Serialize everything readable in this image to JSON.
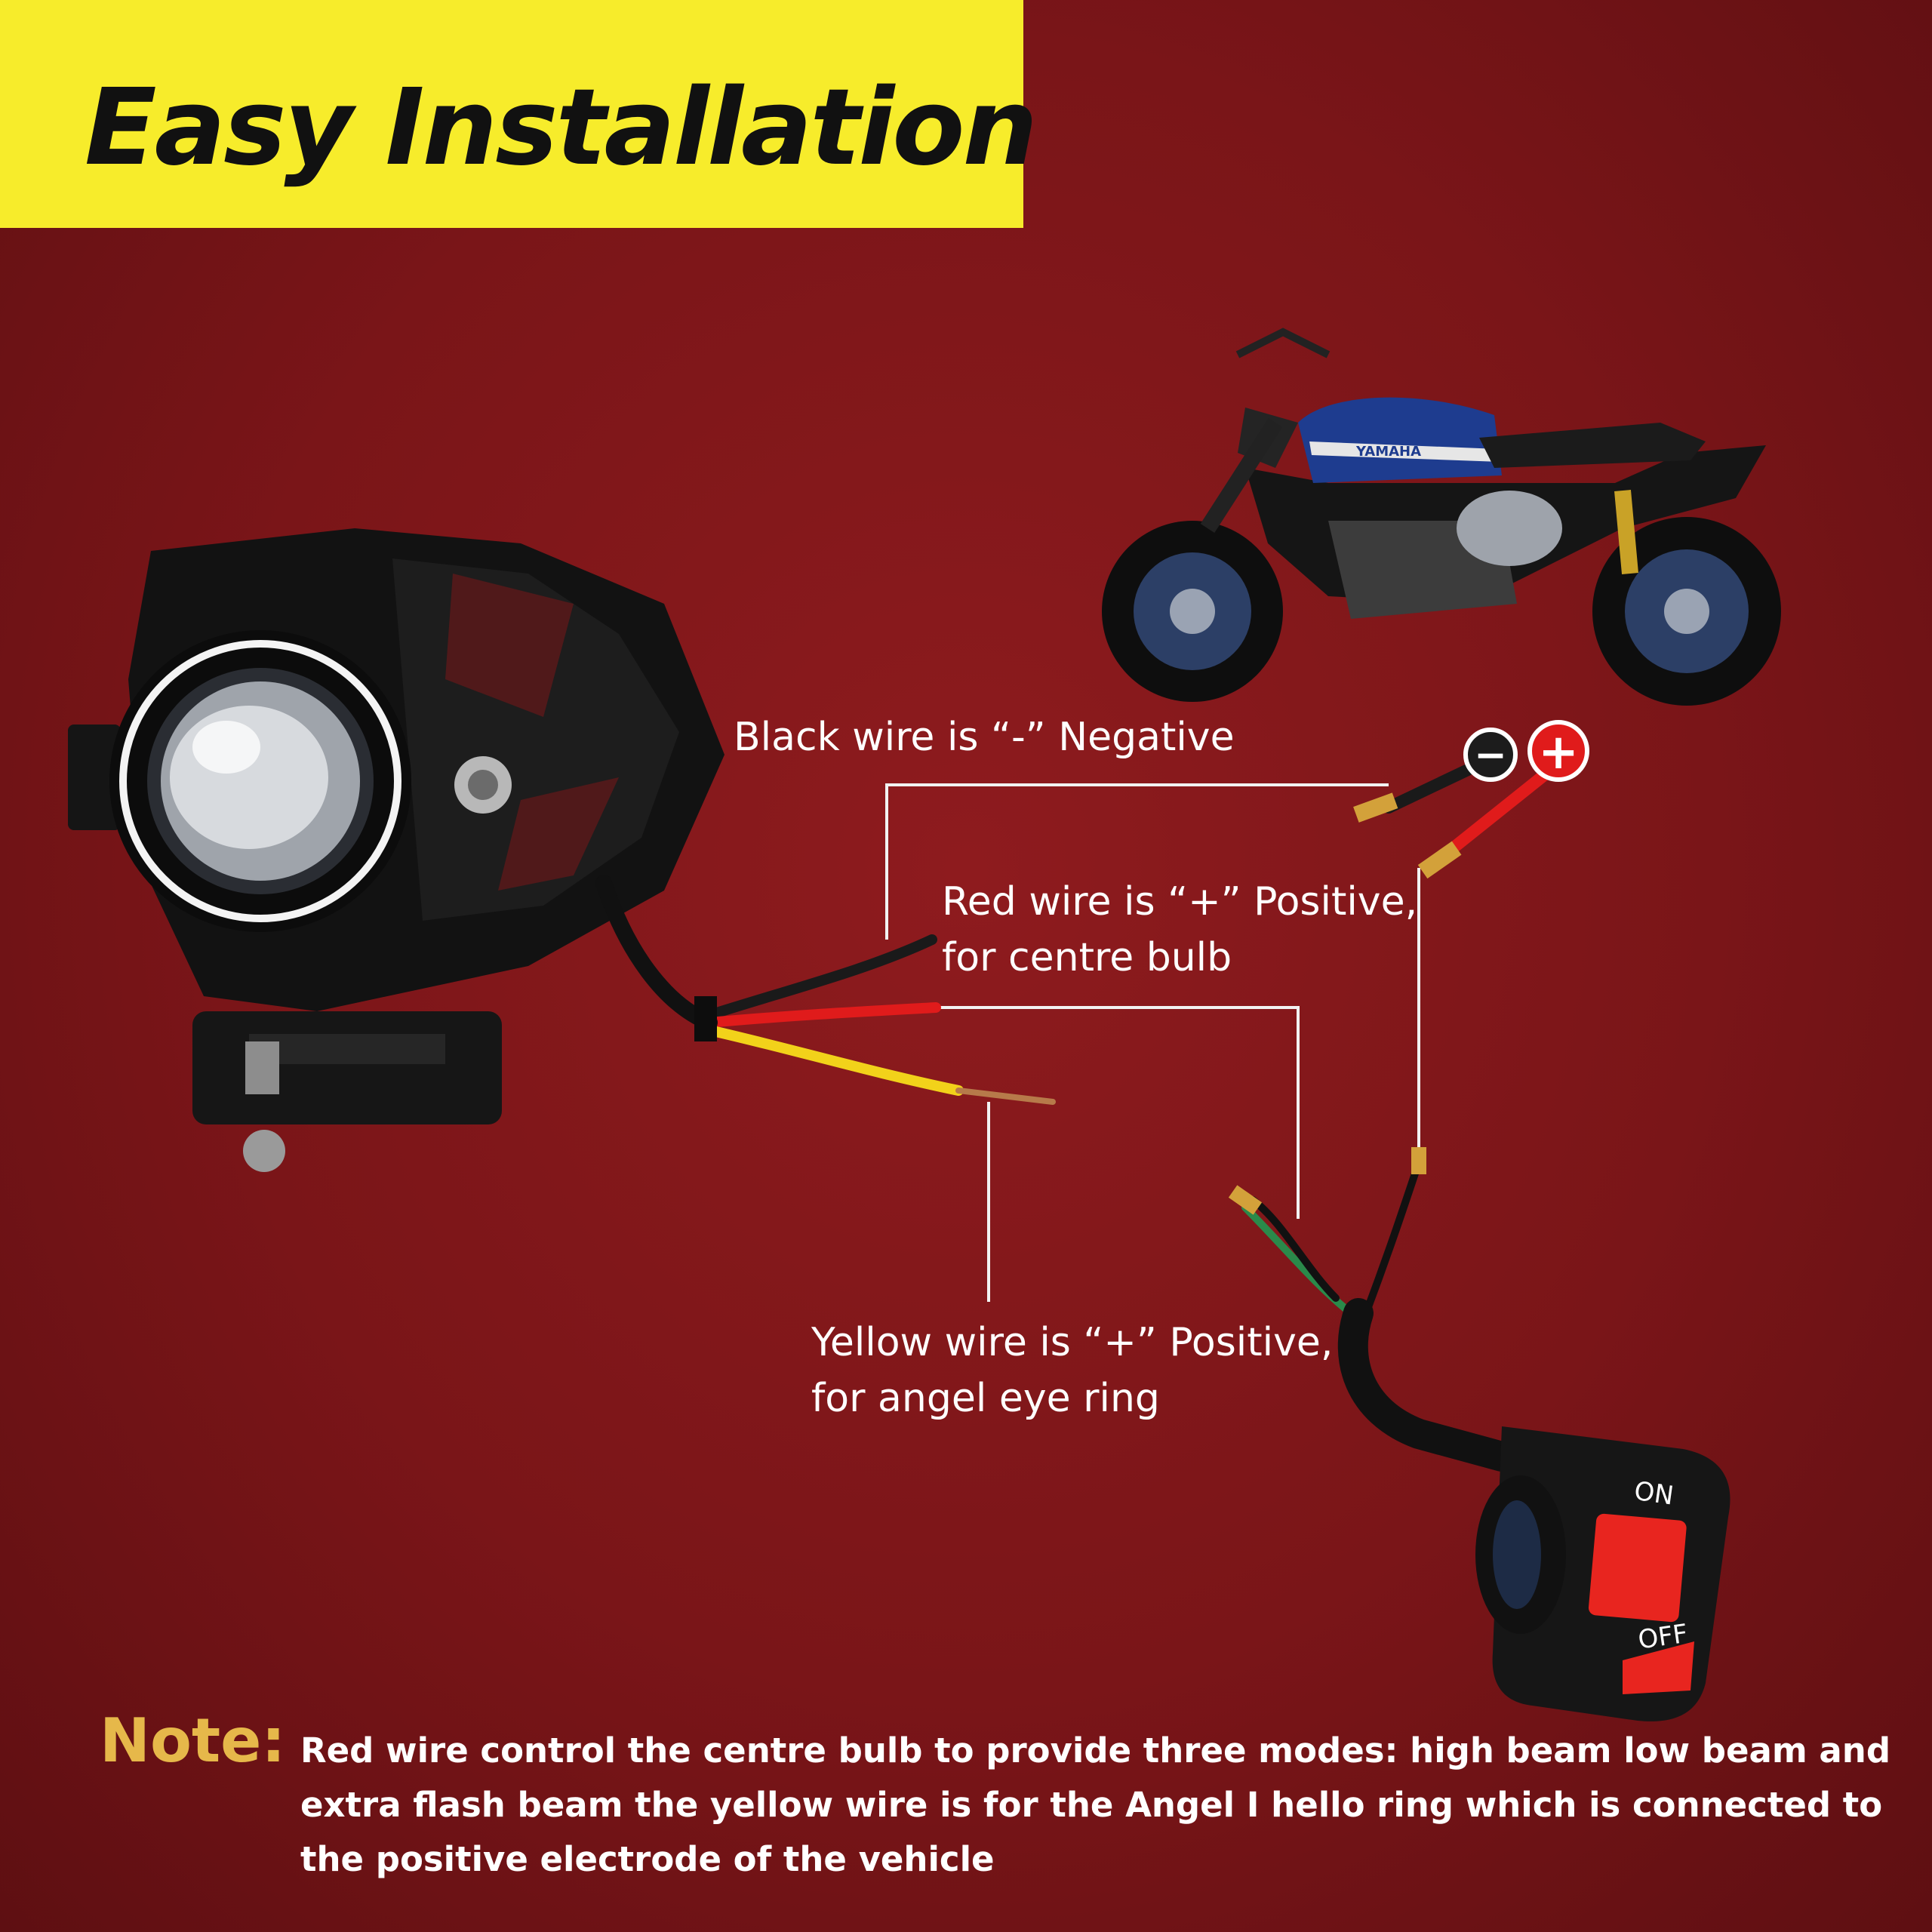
{
  "header": {
    "title": "Easy Installation"
  },
  "labels": {
    "black_wire": "Black wire is “-” Negative",
    "red_wire_line1": "Red wire is “+” Positive,",
    "red_wire_line2": "for centre bulb",
    "yellow_wire_line1": "Yellow wire is “+” Positive,",
    "yellow_wire_line2": "for angel eye ring"
  },
  "switch": {
    "on_label": "ON",
    "off_label": "OFF"
  },
  "battery": {
    "negative_symbol": "−",
    "positive_symbol": "+"
  },
  "motorcycle": {
    "brand_text": "YAMAHA"
  },
  "note": {
    "title": "Note:",
    "text": "Red wire control the centre bulb to provide three modes: high beam low beam and extra flash beam the yellow wire is for the Angel I hello ring which is connected to the positive electrode of the vehicle"
  },
  "colors": {
    "background": "#7a1518",
    "banner": "#f7ec2b",
    "note_title": "#e6b84a",
    "wire_black": "#1a1a1a",
    "wire_red": "#e01b1b",
    "wire_yellow": "#f2d21a",
    "switch_button": "#e8251f"
  }
}
